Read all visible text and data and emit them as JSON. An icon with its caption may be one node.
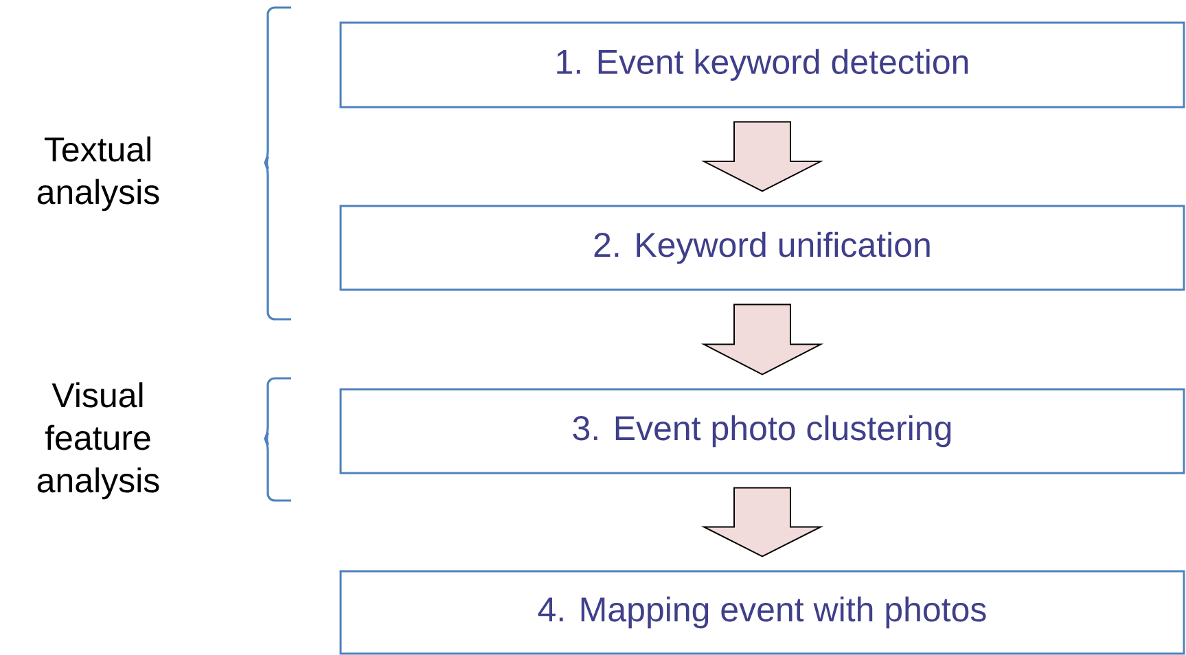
{
  "diagram": {
    "nodes": [
      {
        "text": [
          "1. Event keyword detection"
        ]
      },
      {
        "text": [
          "2. Keyword unification"
        ]
      },
      {
        "text": [
          "3. Event photo clustering"
        ]
      },
      {
        "text": [
          "4. Mapping event with photos"
        ]
      }
    ],
    "edges": [
      {
        "from": 0,
        "to": 1,
        "arrow": "to"
      },
      {
        "from": 1,
        "to": 2,
        "arrow": "to"
      },
      {
        "from": 2,
        "to": 3,
        "arrow": "to"
      }
    ],
    "labels": [
      "Textual analysis",
      "Visual feature analysis"
    ]
  }
}
